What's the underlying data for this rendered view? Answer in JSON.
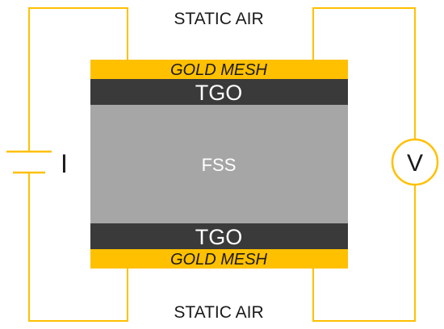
{
  "labels": {
    "top_environment": "STATIC AIR",
    "bottom_environment": "STATIC AIR",
    "top_electrode": "GOLD MESH",
    "bottom_electrode": "GOLD MESH",
    "top_oxide": "TGO",
    "bottom_oxide": "TGO",
    "core": "FSS",
    "current_source": "I",
    "voltmeter": "V"
  },
  "colors": {
    "gold": "#FFC000",
    "oxide": "#3a3a3a",
    "core": "#a6a6a6",
    "wire": "#FFC000"
  }
}
